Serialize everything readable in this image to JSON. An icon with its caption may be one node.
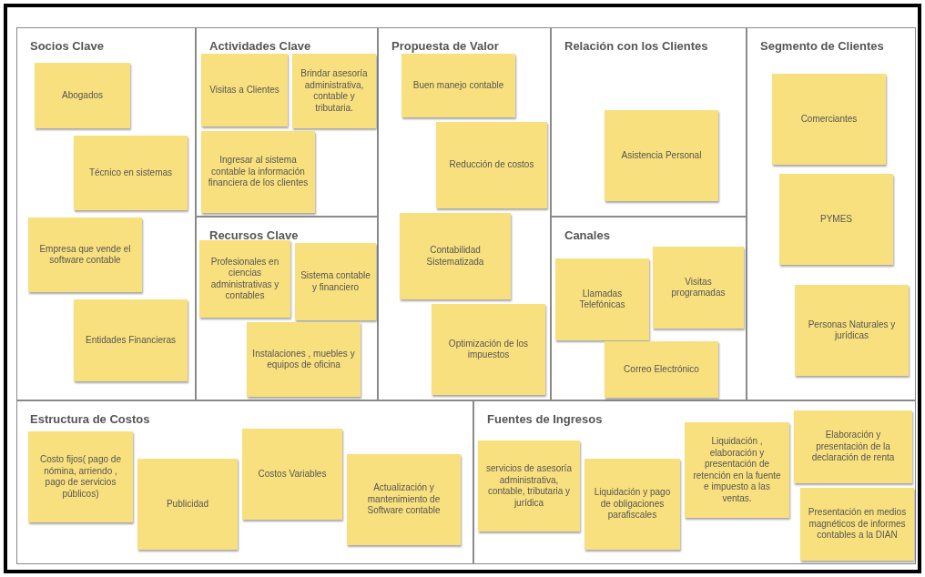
{
  "diagram": {
    "nodes": [
      {
        "text": [
          "Socios Clave"
        ]
      },
      {
        "text": [
          "Abogados"
        ],
        "in": 0
      },
      {
        "text": [
          "Técnico en sistemas"
        ],
        "in": 0
      },
      {
        "text": [
          "Empresa que vende el software contable"
        ],
        "in": 0
      },
      {
        "text": [
          "Entidades Financieras"
        ],
        "in": 0
      },
      {
        "text": [
          "Actividades Clave"
        ]
      },
      {
        "text": [
          "Visitas a Clientes"
        ],
        "in": 5
      },
      {
        "text": [
          "Brindar asesoría administrativa, contable y tributaria."
        ],
        "in": 5
      },
      {
        "text": [
          "Ingresar al sistema contable la información financiera de los clientes"
        ],
        "in": 5
      },
      {
        "text": [
          "Recursos Clave"
        ]
      },
      {
        "text": [
          "Profesionales en ciencias administrativas y contables"
        ],
        "in": 9
      },
      {
        "text": [
          "Sistema contable y financiero"
        ],
        "in": 9
      },
      {
        "text": [
          "Instalaciones , muebles y equipos de oficina"
        ],
        "in": 9
      },
      {
        "text": [
          "Propuesta de Valor"
        ]
      },
      {
        "text": [
          "Buen manejo contable"
        ],
        "in": 13
      },
      {
        "text": [
          "Reducción de costos"
        ],
        "in": 13
      },
      {
        "text": [
          "Contabilidad Sistematizada"
        ],
        "in": 13
      },
      {
        "text": [
          "Optimización de los impuestos"
        ],
        "in": 13
      },
      {
        "text": [
          "Relación con los Clientes"
        ]
      },
      {
        "text": [
          "Asistencia Personal"
        ],
        "in": 18
      },
      {
        "text": [
          "Canales"
        ]
      },
      {
        "text": [
          "Llamadas Telefónicas"
        ],
        "in": 20
      },
      {
        "text": [
          "Visitas programadas"
        ],
        "in": 20
      },
      {
        "text": [
          "Correo Electrónico"
        ],
        "in": 20
      },
      {
        "text": [
          "Segmento de Clientes"
        ]
      },
      {
        "text": [
          "Comerciantes"
        ],
        "in": 24
      },
      {
        "text": [
          "PYMES"
        ],
        "in": 24
      },
      {
        "text": [
          "Personas Naturales y jurídicas"
        ],
        "in": 24
      },
      {
        "text": [
          "Estructura de Costos"
        ]
      },
      {
        "text": [
          "Costo fijos( pago de nómina, arriendo , pago de servicios públicos)"
        ],
        "in": 28
      },
      {
        "text": [
          "Publicidad"
        ],
        "in": 28
      },
      {
        "text": [
          "Costos Variables"
        ],
        "in": 28
      },
      {
        "text": [
          "Actualización y mantenimiento de Software contable"
        ],
        "in": 28
      },
      {
        "text": [
          "Fuentes de Ingresos"
        ]
      },
      {
        "text": [
          "servicios de asesoría administrativa, contable, tributaria y jurídica"
        ],
        "in": 33
      },
      {
        "text": [
          "Liquidación y pago de obligaciones parafiscales"
        ],
        "in": 33
      },
      {
        "text": [
          "Liquidación , elaboración y presentación de retención en la fuente e impuesto a las ventas."
        ],
        "in": 33
      },
      {
        "text": [
          "Elaboración y presentación de la declaración de renta"
        ],
        "in": 33
      },
      {
        "text": [
          "Presentación en medios magnéticos de informes contables a la DIAN"
        ],
        "in": 33
      }
    ],
    "edges": []
  }
}
